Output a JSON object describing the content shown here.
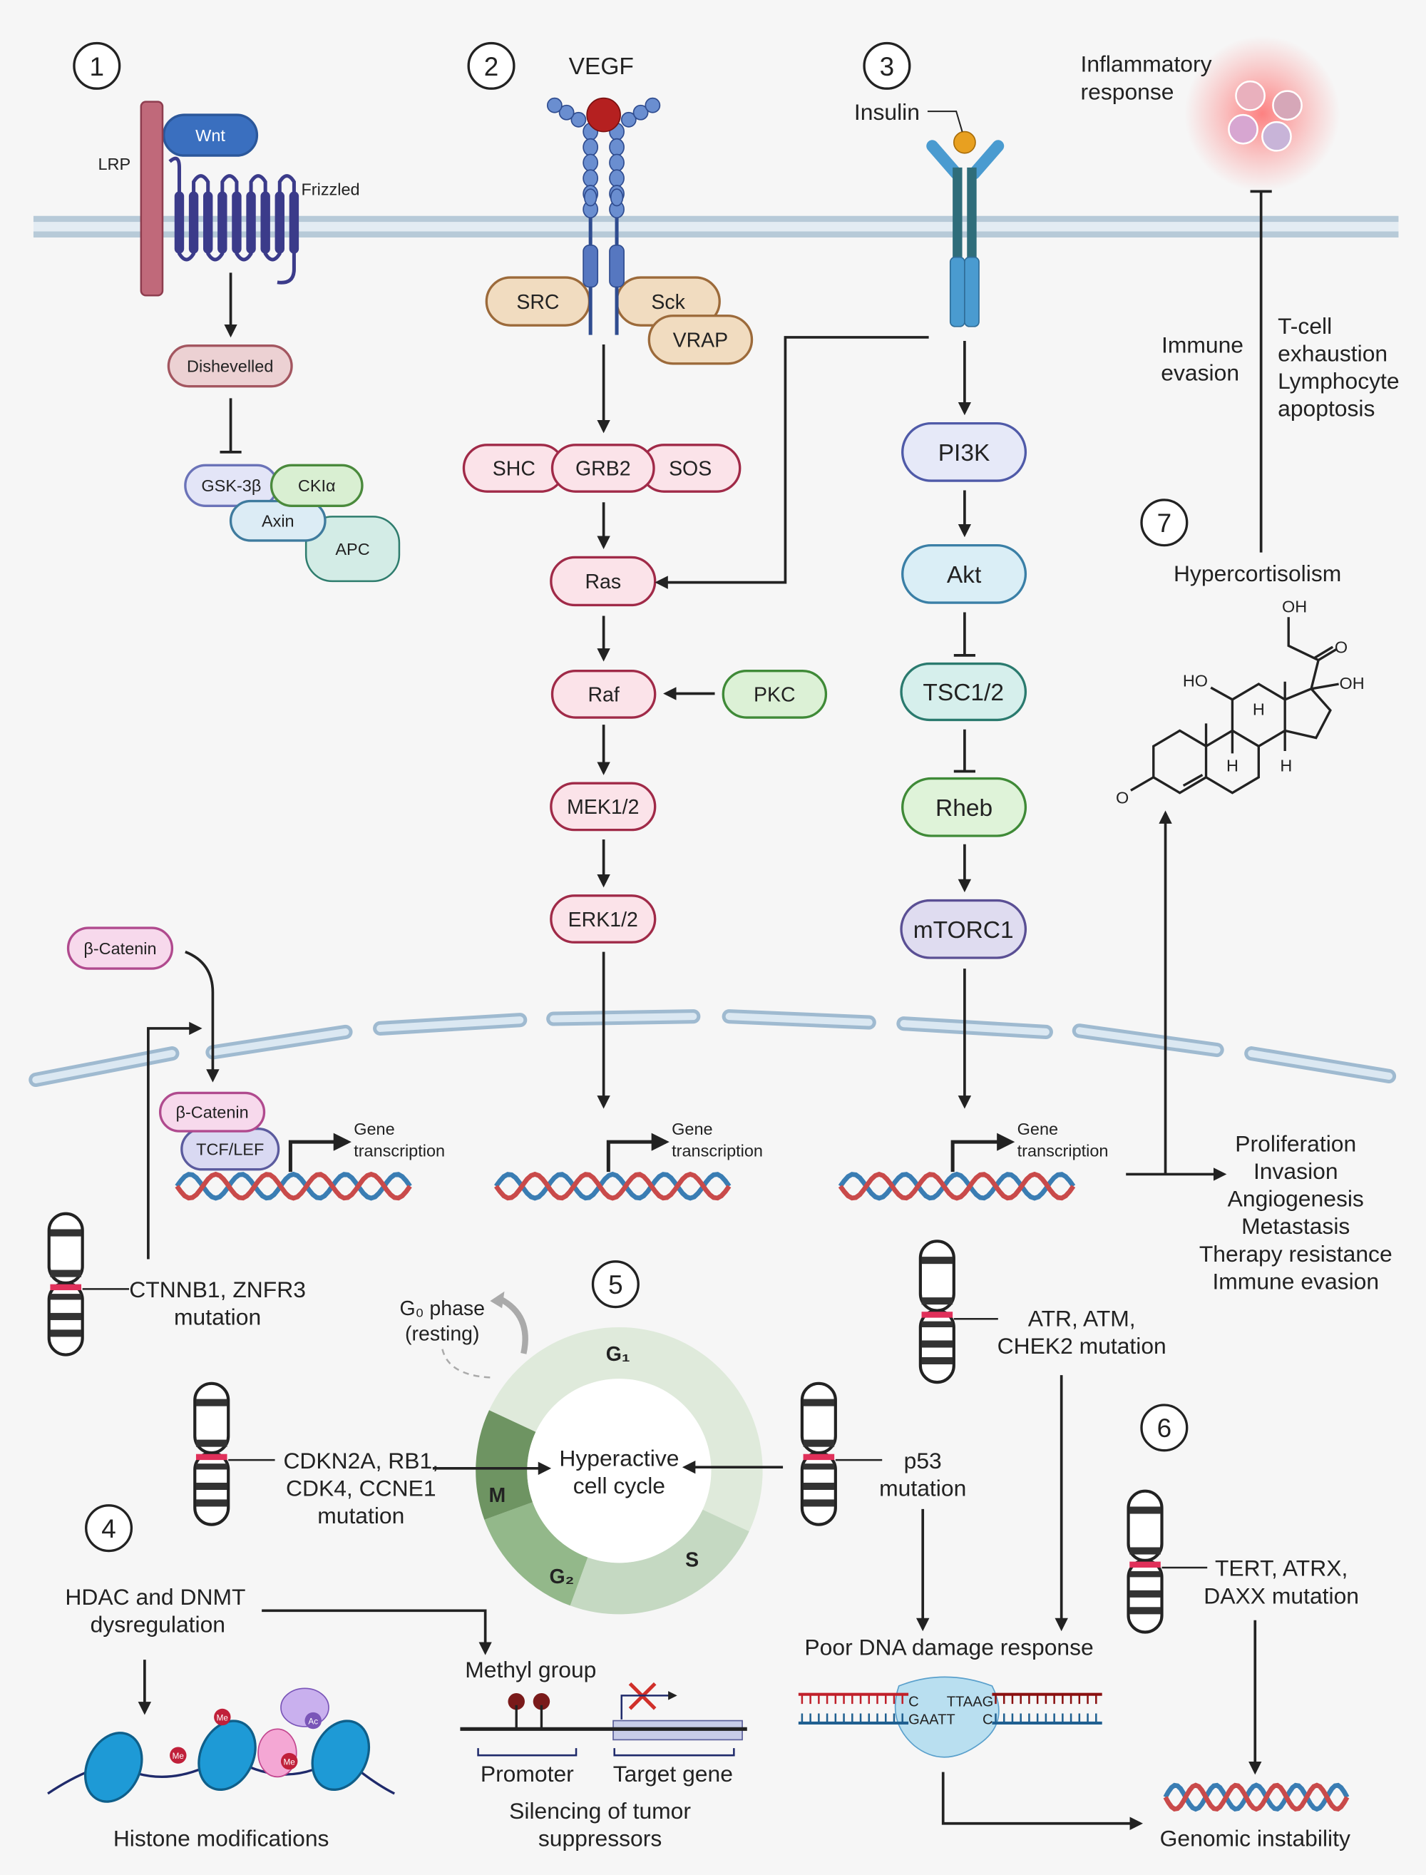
{
  "step_numbers": [
    "1",
    "2",
    "3",
    "4",
    "5",
    "6",
    "7"
  ],
  "wnt": {
    "lrp": "LRP",
    "wnt": "Wnt",
    "frizzled": "Frizzled",
    "dishevelled": "Dishevelled",
    "gsk": "GSK-3β",
    "ckia": "CKIα",
    "axin": "Axin",
    "apc": "APC"
  },
  "vegf": {
    "ligand": "VEGF",
    "src": "SRC",
    "sck": "Sck",
    "vrap": "VRAP",
    "shc": "SHC",
    "grb2": "GRB2",
    "sos": "SOS",
    "ras": "Ras",
    "raf": "Raf",
    "pkc": "PKC",
    "mek": "MEK1/2",
    "erk": "ERK1/2"
  },
  "insulin": {
    "ligand": "Insulin",
    "pi3k": "PI3K",
    "akt": "Akt",
    "tsc": "TSC1/2",
    "rheb": "Rheb",
    "mtorc1": "mTORC1"
  },
  "immune": {
    "inflammatory": [
      "Inflammatory",
      "response"
    ],
    "immune_evasion": [
      "Immune",
      "evasion"
    ],
    "tcell": [
      "T-cell",
      "exhaustion",
      "Lymphocyte",
      "apoptosis"
    ],
    "hypercortisolism": "Hypercortisolism"
  },
  "steroid": {
    "oh_top": "OH",
    "o_keto": "O",
    "ho": "HO",
    "oh_right": "OH",
    "h1": "H",
    "h2": "H",
    "h3": "H",
    "o_left": "O"
  },
  "nucleus": {
    "beta_catenin": "β-Catenin",
    "beta_catenin_nuc": "β-Catenin",
    "tcf_lef": "TCF/LEF",
    "gene": "Gene",
    "transcription": "transcription"
  },
  "outcomes": [
    "Proliferation",
    "Invasion",
    "Angiogenesis",
    "Metastasis",
    "Therapy resistance",
    "Immune evasion"
  ],
  "mutations": {
    "ctnnb1": [
      "CTNNB1, ZNFR3",
      "mutation"
    ],
    "cdkn2a": [
      "CDKN2A, RB1,",
      "CDK4, CCNE1",
      "mutation"
    ],
    "p53": [
      "p53",
      "mutation"
    ],
    "atr": [
      "ATR, ATM,",
      "CHEK2 mutation"
    ],
    "tert": [
      "TERT, ATRX,",
      "DAXX mutation"
    ]
  },
  "cell_cycle": {
    "g1": "G₁",
    "s": "S",
    "g2": "G₂",
    "m": "M",
    "center": [
      "Hyperactive",
      "cell cycle"
    ],
    "g0": [
      "G₀ phase",
      "(resting)"
    ]
  },
  "epigenetics": {
    "hdac": [
      "HDAC and DNMT",
      "dysregulation"
    ],
    "histone": "Histone modifications",
    "me": "Me",
    "ac": "Ac",
    "methyl": "Methyl group",
    "promoter": "Promoter",
    "target": "Target gene",
    "silencing": [
      "Silencing of tumor",
      "suppressors"
    ]
  },
  "dna_damage": {
    "title": "Poor DNA damage response",
    "top_left": "C",
    "top_right": "TTAAG",
    "bottom_left": "GAATT",
    "bottom_right": "C",
    "genomic": "Genomic instability"
  },
  "colors": {
    "membrane": "#b7cad8",
    "dna_red": "#c94a4a",
    "dna_blue": "#3a7db3",
    "arrow": "#222222"
  }
}
